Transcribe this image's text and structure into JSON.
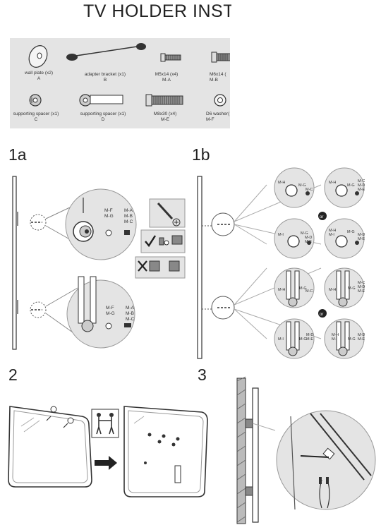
{
  "title": "TV HOLDER INSTAL",
  "parts": [
    {
      "name": "wall plate (x2)",
      "code": "A"
    },
    {
      "name": "adapter bracket (x1)",
      "code": "B"
    },
    {
      "name": "M5x14 (x4)",
      "code": "M-A"
    },
    {
      "name": "M6x14 (",
      "code": "M-B"
    },
    {
      "name": "supporting spacer (x1)",
      "code": "C"
    },
    {
      "name": "supporting spacer (x1)",
      "code": "D"
    },
    {
      "name": "M8x30 (x4)",
      "code": "M-E"
    },
    {
      "name": "D6 washer(",
      "code": "M-F"
    }
  ],
  "steps": {
    "s1a": "1a",
    "s1b": "1b",
    "s2": "2",
    "s3": "3"
  },
  "callouts_1a": {
    "top": {
      "left": [
        "M-F",
        "M-G"
      ],
      "right": [
        "M-A",
        "M-B",
        "M-C"
      ]
    },
    "bottom": {
      "left": [
        "M-F",
        "M-G"
      ],
      "right": [
        "M-A",
        "M-B",
        "M-C"
      ]
    }
  },
  "callouts_1b": {
    "c1": {
      "a": "M-H",
      "b": "M-G",
      "c": "M-C"
    },
    "c2": {
      "a": "M-H",
      "b": "M-G",
      "c": "M-C",
      "d": "M-D",
      "e": "M-E"
    },
    "c3": {
      "a": "M-I",
      "b": "M-G",
      "c": "M-D",
      "d": "M-E"
    },
    "c4": {
      "a": "M-H",
      "b": "M-I",
      "c": "M-G",
      "d": "M-D",
      "e": "M-E"
    },
    "c5": {
      "a": "M-H",
      "b": "M-G",
      "c": "M-C"
    },
    "c6": {
      "a": "M-H",
      "b": "M-G",
      "c": "M-C",
      "d": "M-D",
      "e": "M-E"
    },
    "c7": {
      "a": "M-I",
      "b": "M-G",
      "c": "M-D",
      "d": "M-E"
    },
    "c8": {
      "a": "M-H",
      "b": "M-I",
      "c": "M-G",
      "d": "M-D",
      "e": "M-E"
    }
  },
  "or_label": "or"
}
